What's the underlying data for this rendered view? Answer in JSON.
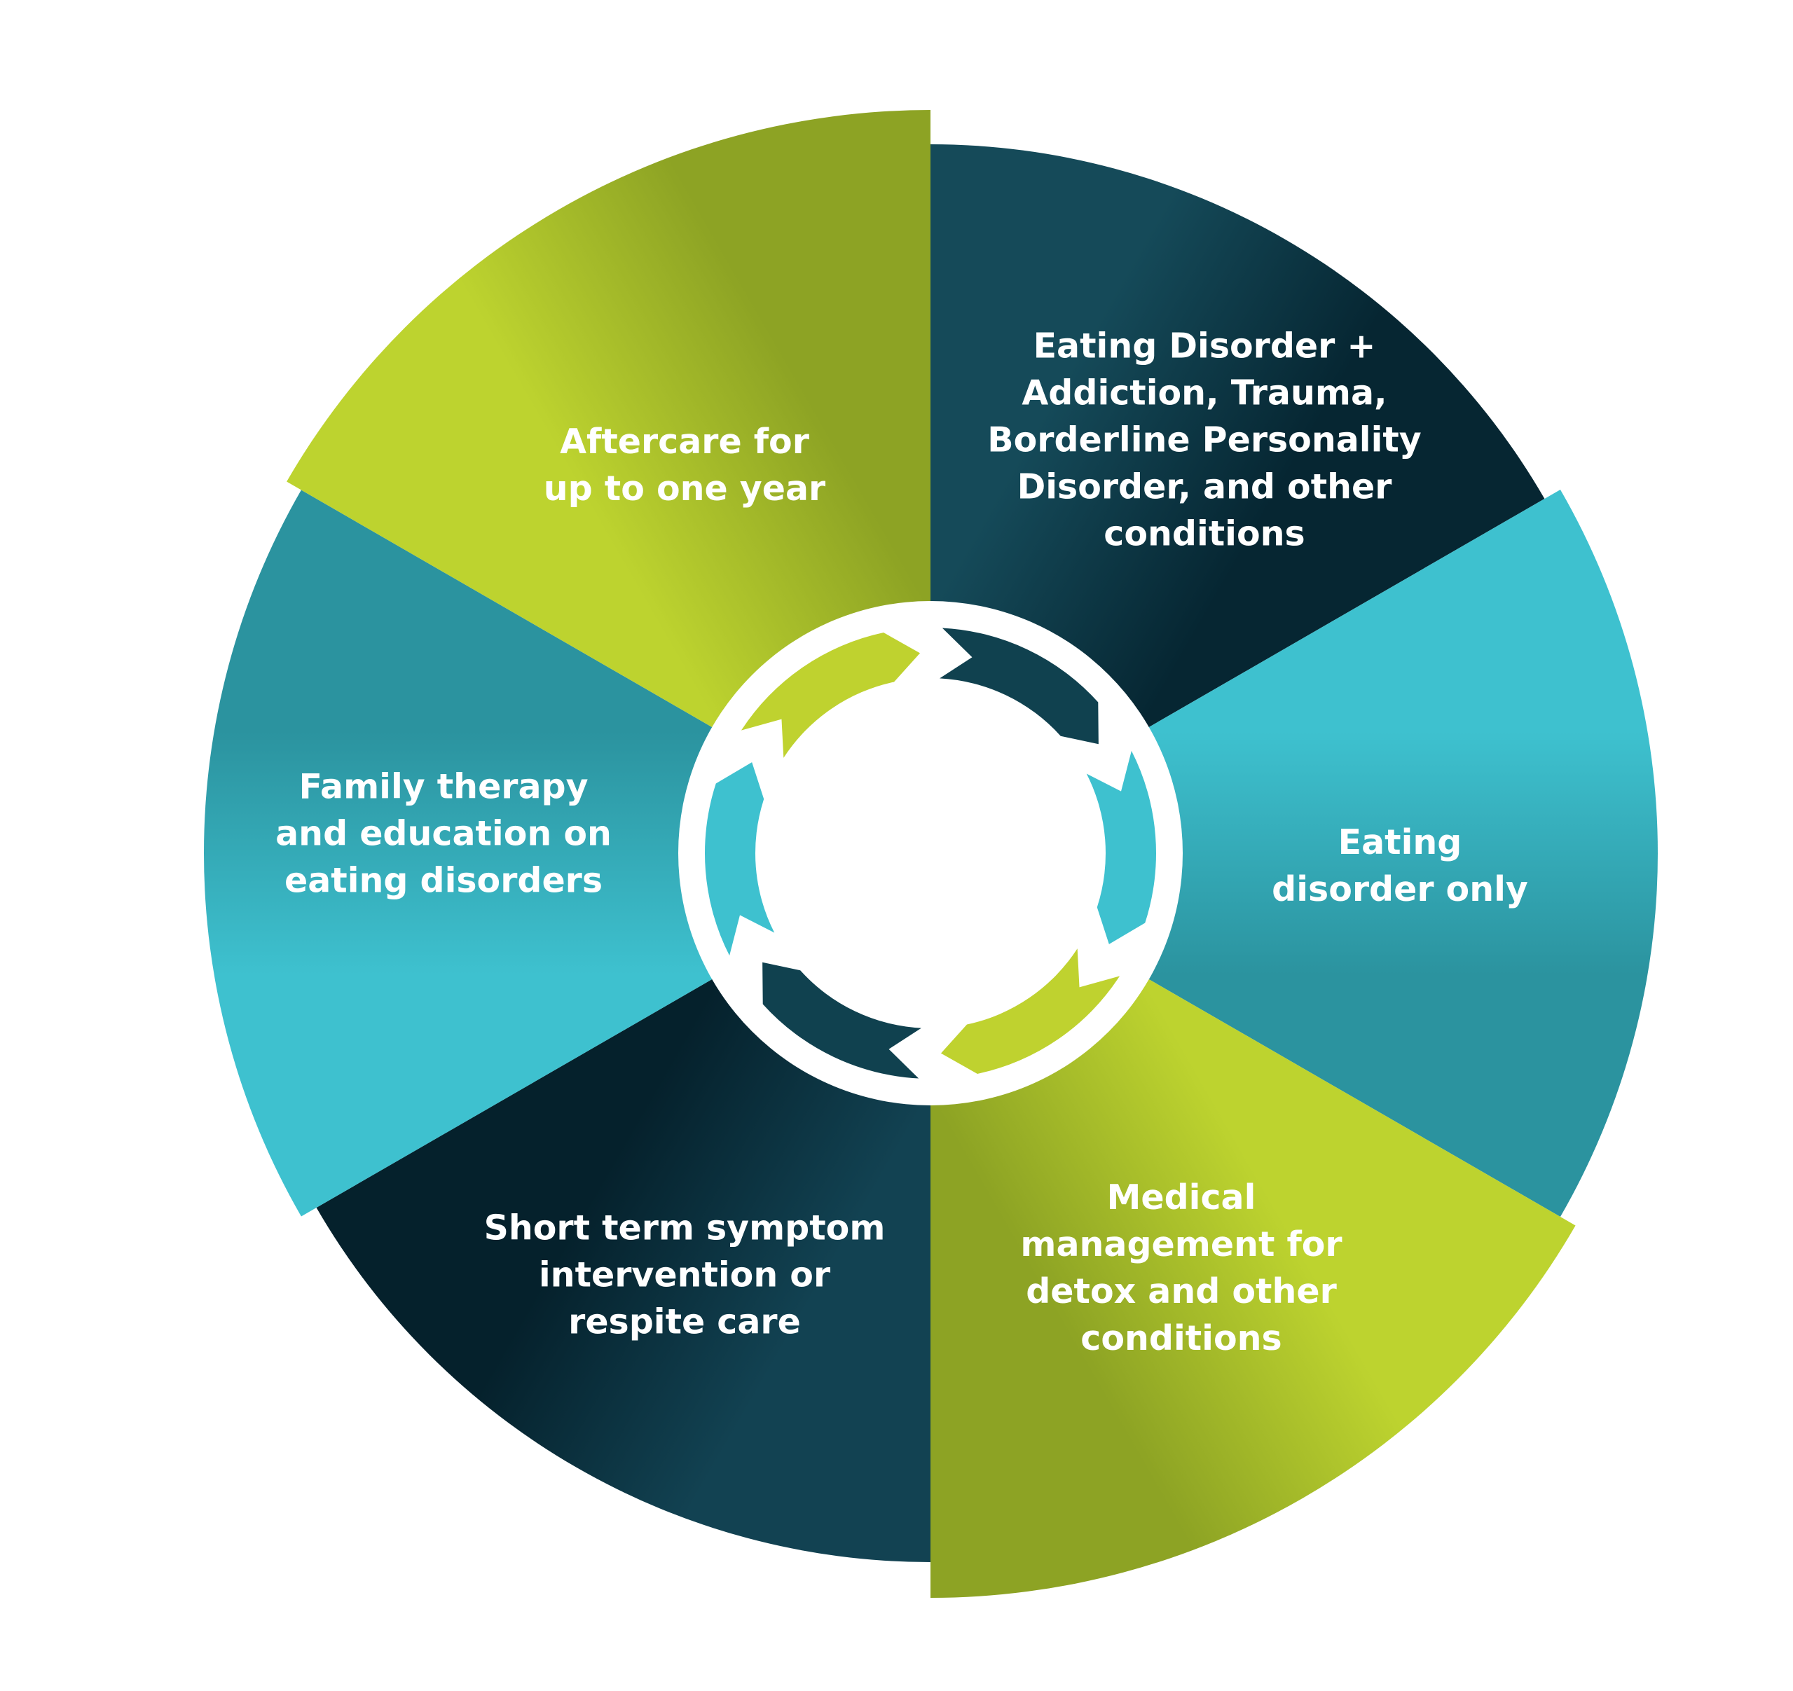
{
  "diagram": {
    "segments": [
      {
        "id": "dual-diagnosis",
        "lines": [
          "Eating Disorder +",
          "Addiction, Trauma,",
          "Borderline Personality",
          "Disorder, and other",
          "conditions"
        ],
        "color": "#0d3845"
      },
      {
        "id": "eating-disorder-only",
        "lines": [
          "Eating",
          "disorder only"
        ],
        "color": "#34aebb"
      },
      {
        "id": "medical-management",
        "lines": [
          "Medical",
          "management for",
          "detox and other",
          "conditions"
        ],
        "color": "#a9bf2c"
      },
      {
        "id": "short-term",
        "lines": [
          "Short term symptom",
          "intervention or",
          "respite care"
        ],
        "color": "#0b3442"
      },
      {
        "id": "family-therapy",
        "lines": [
          "Family therapy",
          "and education on",
          "eating disorders"
        ],
        "color": "#34aebb"
      },
      {
        "id": "aftercare",
        "lines": [
          "Aftercare for",
          "up to one year"
        ],
        "color": "#a9bf2c"
      }
    ],
    "arrow_colors": [
      "#10414f",
      "#3ec1cf",
      "#bfd22f",
      "#10414f",
      "#3ec1cf",
      "#bfd22f"
    ]
  }
}
